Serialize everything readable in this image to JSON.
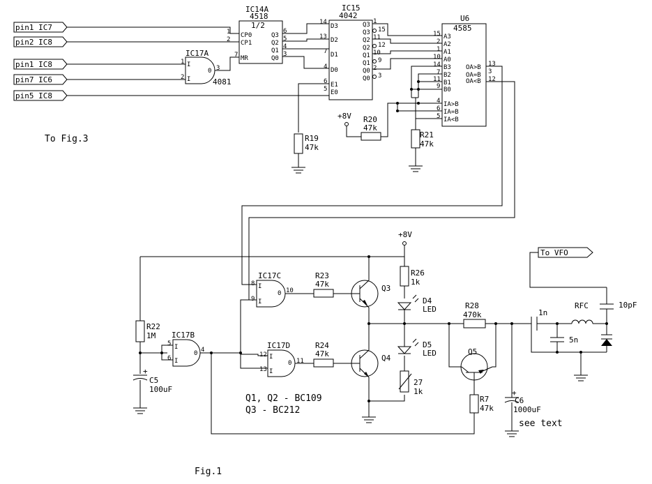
{
  "inputs": {
    "pin1_ic7": "pin1 IC7",
    "pin2_ic8": "pin2 IC8",
    "pin1_ic8": "pin1 IC8",
    "pin7_ic6": "pin7 IC6",
    "pin5_ic8": "pin5 IC8",
    "to_vfo": "To VFO"
  },
  "notes": {
    "to_fig3": "To Fig.3",
    "fig1": "Fig.1",
    "transistor_line1": "Q1, Q2 - BC109",
    "transistor_line2": "Q3 - BC212",
    "see_text": "see text",
    "supply_top": "+8V",
    "supply_bottom": "+8V"
  },
  "ic14a": {
    "name": "IC14A",
    "part": "4518",
    "half": "1/2",
    "pins": {
      "cp0": "CP0",
      "cp1": "CP1",
      "mr": "MR",
      "q3": "Q3",
      "q2": "Q2",
      "q1": "Q1",
      "q0": "Q0"
    },
    "pin_numbers": {
      "p1": "1",
      "p2": "2",
      "p7": "7",
      "p6": "6",
      "p5": "5",
      "p4": "4",
      "p3": "3"
    }
  },
  "ic15": {
    "name": "IC15",
    "part": "4042",
    "pins": {
      "d3": "D3",
      "d2": "D2",
      "d1": "D1",
      "d0": "D0",
      "e1": "E1",
      "e0": "E0",
      "q3": "Q3",
      "q3n": "Q3",
      "q2": "Q2",
      "q2n": "Q2",
      "q1": "Q1",
      "q1n": "Q1",
      "q0": "Q0",
      "q0n": "Q0"
    },
    "pin_numbers": {
      "p14": "14",
      "p13": "13",
      "p7": "7",
      "p4": "4",
      "p6": "6",
      "p5": "5",
      "p1": "1",
      "p15": "15",
      "p11": "11",
      "p12": "12",
      "p10": "10",
      "p9": "9",
      "p2": "2",
      "p3": "3"
    }
  },
  "u6": {
    "name": "U6",
    "part": "4585",
    "pins": {
      "a3": "A3",
      "a2": "A2",
      "a1": "A1",
      "a0": "A0",
      "b3": "B3",
      "b2": "B2",
      "b1": "B1",
      "b0": "B0",
      "iagt": "IA>B",
      "iaeq": "IA=B",
      "ialt": "IA<B",
      "oagt": "OA>B",
      "oaeq": "OA=B",
      "oalt": "OA<B"
    },
    "pin_numbers": {
      "p15": "15",
      "p2": "2",
      "p1": "1",
      "p10": "10",
      "p14": "14",
      "p11": "11",
      "p7": "7",
      "p9": "9",
      "p4": "4",
      "p6": "6",
      "p5": "5",
      "p13": "13",
      "p3": "3",
      "p12": "12"
    }
  },
  "gates": {
    "ic17a": {
      "name": "IC17A",
      "part": "4081",
      "in1": "1",
      "in2": "2",
      "out": "3",
      "in_label": "I",
      "out_label": "0"
    },
    "ic17b": {
      "name": "IC17B",
      "in1": "5",
      "in2": "6",
      "out": "4",
      "in_label": "I",
      "out_label": "0"
    },
    "ic17c": {
      "name": "IC17C",
      "in1": "8",
      "in2": "9",
      "out": "10",
      "in_label": "I",
      "out_label": "0"
    },
    "ic17d": {
      "name": "IC17D",
      "in1": "12",
      "in2": "13",
      "out": "11",
      "in_label": "I",
      "out_label": "0"
    }
  },
  "components": {
    "r19": {
      "name": "R19",
      "value": "47k"
    },
    "r20": {
      "name": "R20",
      "value": "47k"
    },
    "r21": {
      "name": "R21",
      "value": "47k"
    },
    "r22": {
      "name": "R22",
      "value": "1M"
    },
    "r23": {
      "name": "R23",
      "value": "47k"
    },
    "r24": {
      "name": "R24",
      "value": "47k"
    },
    "r26": {
      "name": "R26",
      "value": "1k"
    },
    "r27": {
      "name": "27",
      "value": "1k"
    },
    "r28": {
      "name": "R28",
      "value": "470k"
    },
    "r7": {
      "name": "R7",
      "value": "47k"
    },
    "c5": {
      "name": "C5",
      "value": "100uF",
      "polarity": "+"
    },
    "c6": {
      "name": "C6",
      "value": "1000uF",
      "polarity": "+"
    },
    "c_1n": {
      "value": "1n"
    },
    "c_5n": {
      "value": "5n"
    },
    "c_10p": {
      "value": "10pF"
    },
    "rfc": {
      "name": "RFC"
    },
    "d4": {
      "name": "D4",
      "type": "LED"
    },
    "d5": {
      "name": "D5",
      "type": "LED"
    },
    "q3": {
      "name": "Q3"
    },
    "q4": {
      "name": "Q4"
    },
    "q5": {
      "name": "Q5"
    }
  }
}
